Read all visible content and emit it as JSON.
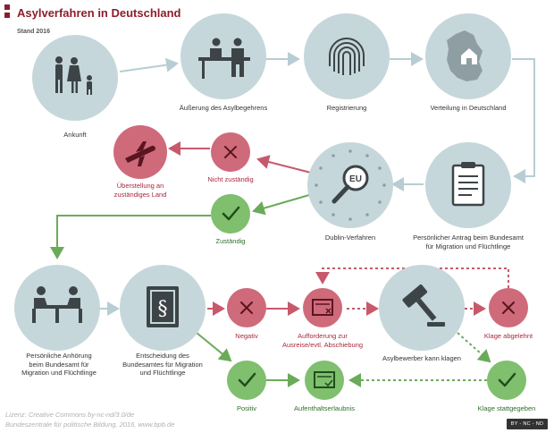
{
  "title": "Asylverfahren in Deutschland",
  "subtitle": "Stand 2016",
  "nodes": {
    "ankunft": "Ankunft",
    "aeusserung": "Äußerung des Asylbegehrens",
    "registrierung": "Registrierung",
    "verteilung": "Verteilung in Deutschland",
    "antrag": [
      "Persönlicher Antrag beim Bundesamt",
      "für Migration und Flüchtlinge"
    ],
    "dublin": "Dublin-Verfahren",
    "dublin_badge": "EU",
    "nicht_zustaendig": "Nicht zuständig",
    "ueberstellung": [
      "Überstellung an",
      "zuständiges Land"
    ],
    "zustaendig": "Zuständig",
    "anhoerung": [
      "Persönliche Anhörung",
      "beim Bundesamt für",
      "Migration und Flüchtlinge"
    ],
    "entscheidung": [
      "Entscheidung des",
      "Bundesamtes für Migration",
      "und Flüchtlinge"
    ],
    "negativ": "Negativ",
    "aufforderung": [
      "Aufforderung zur",
      "Ausreise/evtl. Abschiebung"
    ],
    "klagen": "Asylbewerber kann klagen",
    "klage_abgelehnt": "Klage abgelehnt",
    "positiv": "Positiv",
    "aufenthaltserlaubnis": "Aufenthaltserlaubnis",
    "klage_stattgegeben": "Klage stattgegeben"
  },
  "footer": {
    "license": "Lizenz: Creative Commons by-nc-nd/3.0/de",
    "source": "Bundeszentrale für politische Bildung, 2016, www.bpb.de",
    "cc_badge": "BY - NC - ND"
  },
  "colors": {
    "brand": "#8c1d2e",
    "grey_circle": "#c5d7db",
    "red_circle": "#cf6a7a",
    "green_circle": "#7fbf6e",
    "icon_dark": "#3d4448",
    "arrow_grey": "#b7cdd3",
    "arrow_red": "#c7596c",
    "arrow_green": "#6aab59"
  },
  "icons": {
    "ankunft": "family-icon",
    "aeusserung": "counter-people-icon",
    "registrierung": "fingerprint-icon",
    "verteilung": "germany-map-house-icon",
    "antrag": "clipboard-icon",
    "dublin": "eu-magnifier-icon",
    "nicht_zustaendig": "cross-icon",
    "ueberstellung": "airplane-icon",
    "zustaendig": "check-icon",
    "anhoerung": "interview-icon",
    "entscheidung": "law-book-icon",
    "negativ": "cross-icon",
    "aufforderung": "letter-cross-icon",
    "klagen": "gavel-icon",
    "klage_abgelehnt": "cross-icon",
    "positiv": "check-icon",
    "aufenthaltserlaubnis": "letter-check-icon",
    "klage_stattgegeben": "check-icon"
  }
}
